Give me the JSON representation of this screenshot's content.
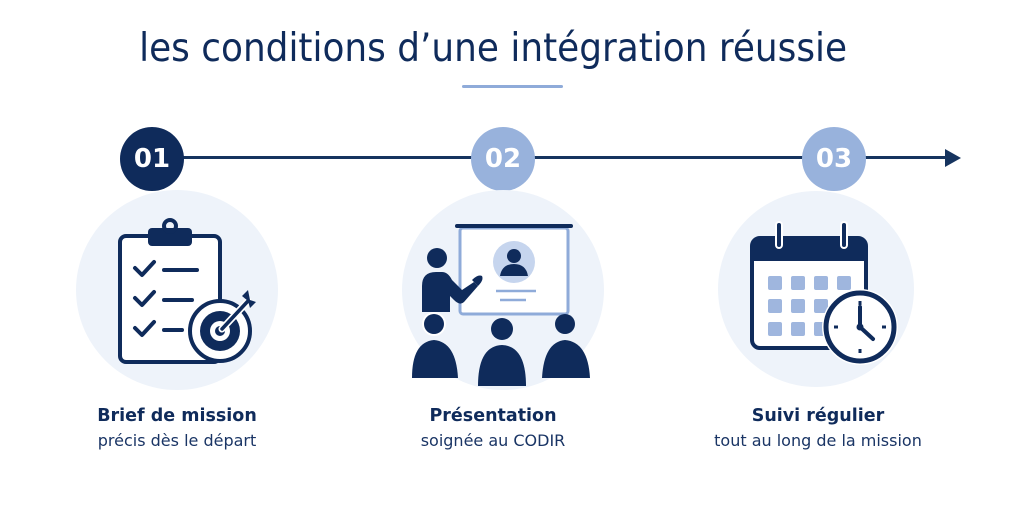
{
  "title": "les conditions d’une intégration réussie",
  "colors": {
    "navy": "#0f2b5b",
    "light_blue": "#98b2dc",
    "circle_bg": "#eef3fa",
    "accent_underline": "#8fabd9"
  },
  "steps": [
    {
      "number": "01",
      "state": "active",
      "icon": "clipboard-checklist-target-icon",
      "title": "Brief de mission",
      "subtitle": "précis dès le départ"
    },
    {
      "number": "02",
      "state": "inactive",
      "icon": "presentation-audience-icon",
      "title": "Présentation",
      "subtitle": "soignée au CODIR"
    },
    {
      "number": "03",
      "state": "inactive",
      "icon": "calendar-clock-icon",
      "title": "Suivi régulier",
      "subtitle": "tout au long de la mission"
    }
  ]
}
